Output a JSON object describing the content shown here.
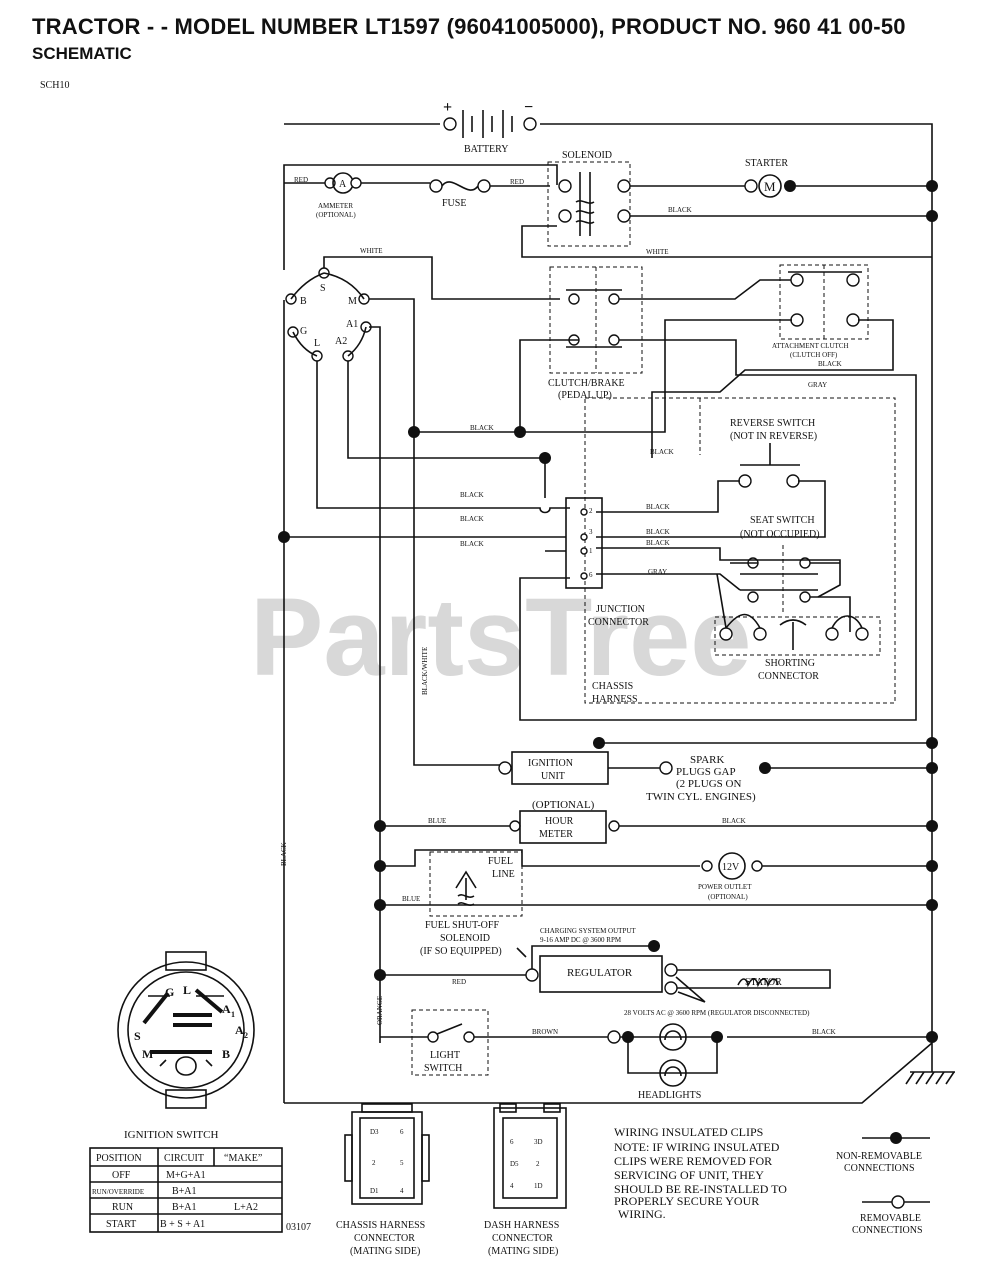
{
  "header": {
    "title": "TRACTOR - - MODEL NUMBER LT1597 (96041005000), PRODUCT NO. 960 41 00-50",
    "subtitle": "SCHEMATIC",
    "code": "SCH10"
  },
  "watermark": "PartsTree",
  "components": {
    "battery": "BATTERY",
    "battery_plus": "+",
    "battery_minus": "−",
    "solenoid": "SOLENOID",
    "starter": "STARTER",
    "starter_symbol": "M",
    "ammeter": "AMMETER",
    "ammeter_optional": "(OPTIONAL)",
    "ammeter_symbol": "A",
    "fuse": "FUSE",
    "clutch_brake": "CLUTCH/BRAKE",
    "clutch_brake_sub": "(PEDAL UP)",
    "attachment_clutch": "ATTACHMENT CLUTCH",
    "attachment_clutch_sub": "(CLUTCH OFF)",
    "reverse_switch": "REVERSE SWITCH",
    "reverse_switch_sub": "(NOT IN REVERSE)",
    "seat_switch": "SEAT SWITCH",
    "seat_switch_sub": "(NOT OCCUPIED)",
    "junction_connector_1": "JUNCTION",
    "junction_connector_2": "CONNECTOR",
    "shorting_connector_1": "SHORTING",
    "shorting_connector_2": "CONNECTOR",
    "chassis_harness_1": "CHASSIS",
    "chassis_harness_2": "HARNESS",
    "ignition_unit_1": "IGNITION",
    "ignition_unit_2": "UNIT",
    "spark_1": "SPARK",
    "spark_2": "PLUGS GAP",
    "spark_3": "(2 PLUGS ON",
    "spark_4": "TWIN CYL. ENGINES)",
    "hour_meter_optional": "(OPTIONAL)",
    "hour_meter_1": "HOUR",
    "hour_meter_2": "METER",
    "fuel_line_1": "FUEL",
    "fuel_line_2": "LINE",
    "power_outlet_symbol": "12V",
    "power_outlet_1": "POWER OUTLET",
    "power_outlet_2": "(OPTIONAL)",
    "fuel_solenoid_1": "FUEL SHUT-OFF",
    "fuel_solenoid_2": "SOLENOID",
    "fuel_solenoid_3": "(IF SO EQUIPPED)",
    "charging_1": "CHARGING SYSTEM OUTPUT",
    "charging_2": "9-16 AMP DC @ 3600 RPM",
    "regulator": "REGULATOR",
    "stator": "STATOR",
    "volts_note": "28 VOLTS AC @ 3600 RPM (REGULATOR DISCONNECTED)",
    "light_switch_1": "LIGHT",
    "light_switch_2": "SWITCH",
    "headlights": "HEADLIGHTS",
    "ignition_switch": "IGNITION SWITCH"
  },
  "wire_labels": {
    "red": "RED",
    "black": "BLACK",
    "white": "WHITE",
    "gray": "GRAY",
    "blue": "BLUE",
    "brown": "BROWN",
    "orange": "ORANGE",
    "black_white": "BLACK/WHITE"
  },
  "switch_terminals": {
    "b": "B",
    "s": "S",
    "m": "M",
    "g": "G",
    "l": "L",
    "a1": "A1",
    "a2": "A2"
  },
  "junction_pins": {
    "p2": "2",
    "p3": "3",
    "p1": "1",
    "p6": "6"
  },
  "ignition_face": {
    "g": "G",
    "l": "L",
    "a1": "A",
    "a1_sub": "1",
    "s": "S",
    "a2": "A",
    "a2_sub": "2",
    "m": "M",
    "b": "B"
  },
  "ignition_table": {
    "headers": [
      "POSITION",
      "CIRCUIT",
      "“MAKE”"
    ],
    "rows": [
      [
        "OFF",
        "M+G+A1",
        ""
      ],
      [
        "RUN/OVERRIDE",
        "B+A1",
        ""
      ],
      [
        "RUN",
        "B+A1",
        "L+A2"
      ],
      [
        "START",
        "B + S + A1",
        ""
      ]
    ]
  },
  "drawing_number": "03107",
  "chassis_harness_connector": {
    "line1": "CHASSIS HARNESS",
    "line2": "CONNECTOR",
    "line3": "(MATING SIDE)",
    "pins": [
      "D3",
      "6",
      "2",
      "5",
      "D1",
      "4"
    ]
  },
  "dash_harness_connector": {
    "line1": "DASH HARNESS",
    "line2": "CONNECTOR",
    "line3": "(MATING SIDE)",
    "pins": [
      "6",
      "3D",
      "D5",
      "2",
      "4",
      "1D"
    ]
  },
  "note": {
    "line1": "WIRING INSULATED CLIPS",
    "line2": "NOTE: IF WIRING INSULATED",
    "line3": "CLIPS WERE REMOVED FOR",
    "line4": "SERVICING OF UNIT, THEY",
    "line5": "SHOULD BE RE-INSTALLED TO",
    "line6": "PROPERLY SECURE YOUR",
    "line7": "WIRING."
  },
  "legend": {
    "nonremovable_1": "NON-REMOVABLE",
    "nonremovable_2": "CONNECTIONS",
    "removable_1": "REMOVABLE",
    "removable_2": "CONNECTIONS"
  }
}
